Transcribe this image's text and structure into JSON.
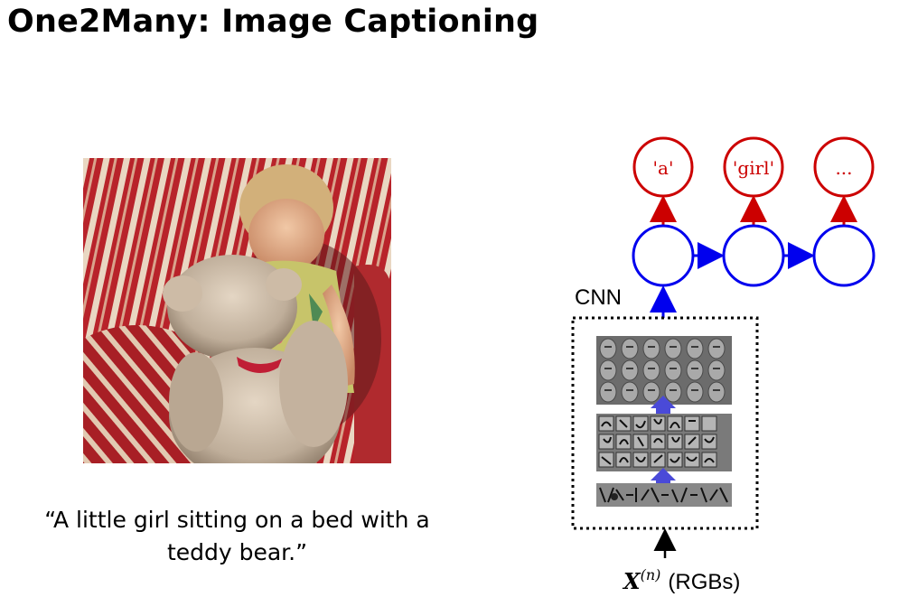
{
  "slide": {
    "title": "One2Many: Image Captioning",
    "caption_line1": "“A little girl sitting on a bed with a",
    "caption_line2": "teddy bear.”"
  },
  "diagram": {
    "output_tokens": [
      "'a'",
      "'girl'",
      "..."
    ],
    "cnn_label": "CNN",
    "input_symbol": "X",
    "input_superscript": "(n)",
    "input_note": "(RGBs)",
    "colors": {
      "output_nodes": "#cc0000",
      "hidden_nodes": "#0000ee",
      "cnn_arrows": "#4a4ad8"
    }
  }
}
